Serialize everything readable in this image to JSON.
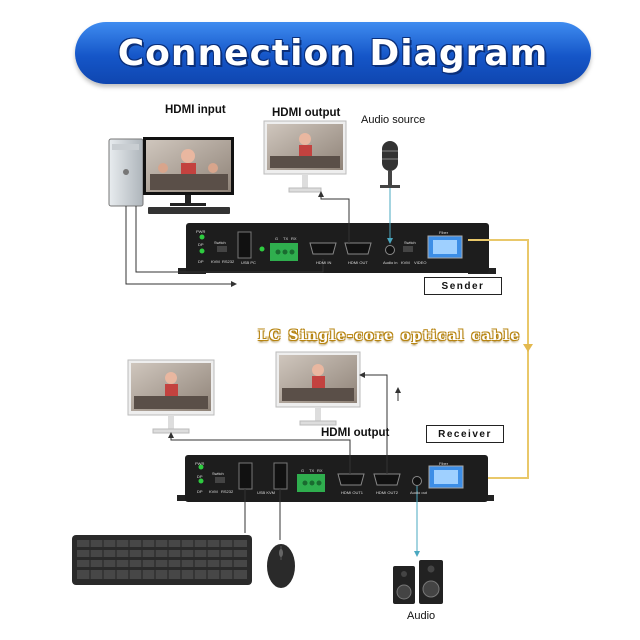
{
  "title": "Connection Diagram",
  "labels": {
    "hdmi_input": "HDMI input",
    "hdmi_output_top": "HDMI output",
    "audio_source": "Audio source",
    "sender": "Sender",
    "receiver": "Receiver",
    "cable": "LC Single-core optical cable",
    "hdmi_output_bottom": "HDMI output",
    "audio": "Audio"
  },
  "sender_panel": {
    "pwr": "PWR",
    "dp": "DP",
    "kvm": "KVM",
    "rs232": "RS232",
    "switch": "Switch",
    "usb_pc": "USB PC",
    "g": "G",
    "tx": "TX",
    "rx": "RX",
    "hdmi_in": "HDMI IN",
    "hdmi_out": "HDMI OUT",
    "audio_in": "Audio in",
    "kvm2": "KVM",
    "video": "VIDEO",
    "fiber": "Fiber"
  },
  "receiver_panel": {
    "pwr": "PWR",
    "dp": "DP",
    "kvm": "KVM",
    "rs232": "RS232",
    "switch": "Switch",
    "usb_kvm": "USB KVM",
    "g": "G",
    "tx": "TX",
    "rx": "RX",
    "hdmi_out1": "HDMI OUT1",
    "hdmi_out2": "HDMI OUT2",
    "audio_out": "Audio out",
    "fiber": "Fiber"
  },
  "colors": {
    "banner": "#1556c8",
    "device": "#1d1d1d",
    "led": "#2ecc40",
    "terminal": "#2fae4e",
    "fiber_cable": "#e9c86a",
    "audio_line": "#4aa8c0"
  },
  "icons": [
    "pc-tower-icon",
    "monitor-icon",
    "microphone-icon",
    "keyboard-icon",
    "mouse-icon",
    "speaker-icon"
  ]
}
